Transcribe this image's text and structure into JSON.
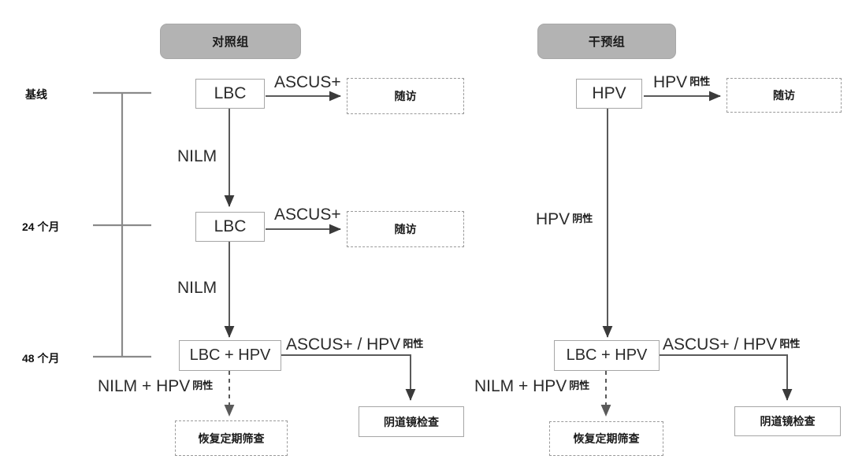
{
  "figure": {
    "groups": [
      {
        "id": "control",
        "title": "对照组"
      },
      {
        "id": "intervention",
        "title": "干预组"
      }
    ],
    "timeline": {
      "ticks": [
        {
          "label": "基线"
        },
        {
          "label": "24 个月"
        },
        {
          "label": "48 个月"
        }
      ]
    },
    "control": {
      "baseline_test": "LBC",
      "baseline_positive_label": "ASCUS+",
      "baseline_followup": "随访",
      "baseline_negative_label": "NILM",
      "month24_test": "LBC",
      "month24_positive_label": "ASCUS+",
      "month24_followup": "随访",
      "month24_negative_label": "NILM",
      "month48_test": "LBC + HPV",
      "month48_positive_label": "ASCUS+ / HPV",
      "month48_positive_sup": "阳性",
      "month48_colposcopy": "阴道镜检查",
      "month48_negative_label": "NILM + HPV",
      "month48_negative_sup": "阴性",
      "month48_routine": "恢复定期筛查"
    },
    "intervention": {
      "baseline_test": "HPV",
      "baseline_positive_label": "HPV",
      "baseline_positive_sup": "阳性",
      "baseline_followup": "随访",
      "baseline_negative_label": "HPV",
      "baseline_negative_sup": "阴性",
      "month48_test": "LBC + HPV",
      "month48_positive_label": "ASCUS+ / HPV",
      "month48_positive_sup": "阳性",
      "month48_colposcopy": "阴道镜检查",
      "month48_negative_label": "NILM + HPV",
      "month48_negative_sup": "阴性",
      "month48_routine": "恢复定期筛查"
    },
    "colors": {
      "pill_fill": "#b3b3b3",
      "node_border": "#a6a6a6",
      "dashed_border": "#9a9a9a",
      "line": "#6b6b6b",
      "arrow": "#3a3a3a",
      "text": "#2b2b2b"
    }
  }
}
